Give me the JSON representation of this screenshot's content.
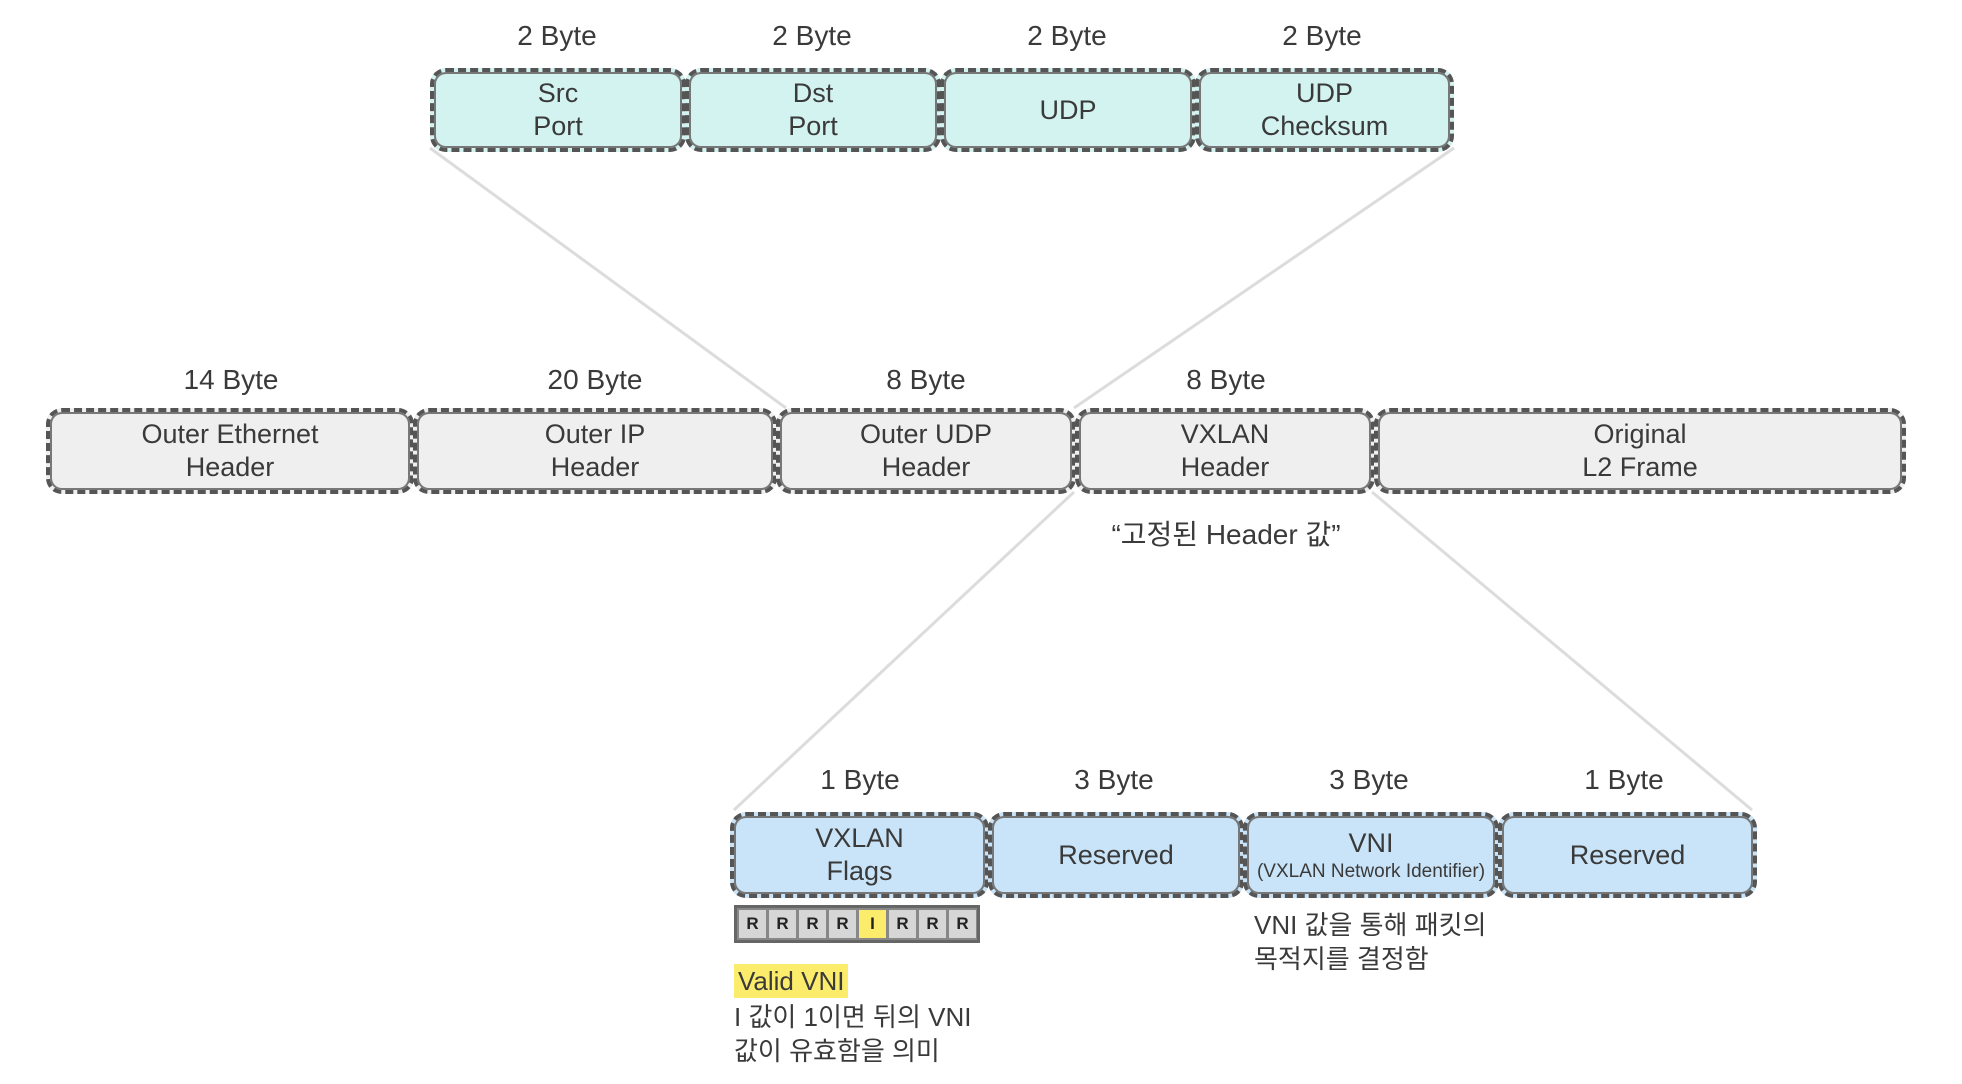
{
  "colors": {
    "udp_fields": "#d3f3f1",
    "main_fields": "#efefef",
    "vxlan_fields": "#c9e4f8",
    "highlight": "#fbed6b",
    "connector": "#dcdcdc"
  },
  "udp_breakdown": {
    "fields": [
      {
        "size": "2 Byte",
        "lines": [
          "Src",
          "Port"
        ]
      },
      {
        "size": "2 Byte",
        "lines": [
          "Dst",
          "Port"
        ]
      },
      {
        "size": "2 Byte",
        "lines": [
          "UDP"
        ]
      },
      {
        "size": "2 Byte",
        "lines": [
          "UDP",
          "Checksum"
        ]
      }
    ]
  },
  "packet": {
    "fields": [
      {
        "size": "14 Byte",
        "lines": [
          "Outer Ethernet",
          "Header"
        ]
      },
      {
        "size": "20 Byte",
        "lines": [
          "Outer IP",
          "Header"
        ]
      },
      {
        "size": "8 Byte",
        "lines": [
          "Outer UDP",
          "Header"
        ]
      },
      {
        "size": "8 Byte",
        "lines": [
          "VXLAN",
          "Header"
        ]
      },
      {
        "size": "",
        "lines": [
          "Original",
          "L2 Frame"
        ]
      }
    ],
    "vxlan_caption": "“고정된 Header 값”"
  },
  "vxlan_breakdown": {
    "fields": [
      {
        "size": "1 Byte",
        "lines": [
          "VXLAN",
          "Flags"
        ]
      },
      {
        "size": "3 Byte",
        "lines": [
          "Reserved"
        ]
      },
      {
        "size": "3 Byte",
        "lines": [
          "VNI",
          "(VXLAN Network Identifier)"
        ]
      },
      {
        "size": "1 Byte",
        "lines": [
          "Reserved"
        ]
      }
    ],
    "flag_bits": [
      "R",
      "R",
      "R",
      "R",
      "I",
      "R",
      "R",
      "R"
    ],
    "highlighted_bit_index": 4,
    "valid_vni_label": "Valid VNI",
    "flags_note": [
      "I 값이 1이면 뒤의 VNI",
      "값이 유효함을 의미"
    ],
    "vni_note": [
      "VNI 값을 통해 패킷의",
      "목적지를 결정함"
    ]
  }
}
